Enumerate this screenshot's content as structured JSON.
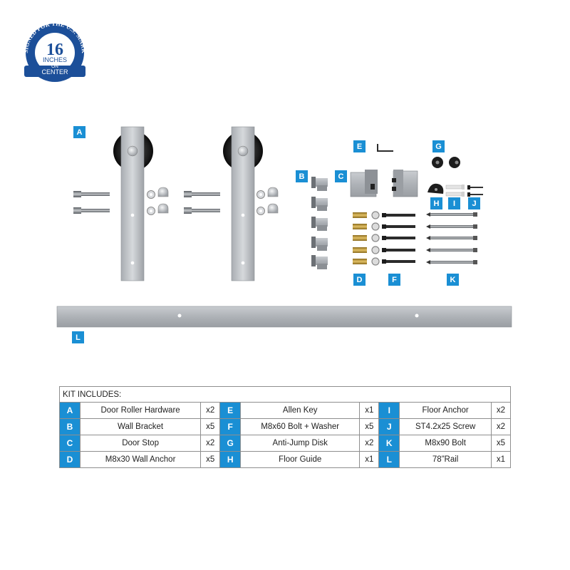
{
  "badge": {
    "arc_text": "DESIGNED FOR THE U.S. MARKET",
    "number": "16",
    "line1": "INCHES",
    "line2": "ON",
    "line3": "CENTER",
    "colors": {
      "blue": "#1c4f99",
      "white": "#ffffff"
    }
  },
  "part_tags": {
    "A": "A",
    "B": "B",
    "C": "C",
    "D": "D",
    "E": "E",
    "F": "F",
    "G": "G",
    "H": "H",
    "I": "I",
    "J": "J",
    "K": "K",
    "L": "L"
  },
  "kit": {
    "heading": "KIT INCLUDES:",
    "rows": [
      [
        {
          "letter": "A",
          "name": "Door Roller Hardware",
          "qty": "x2"
        },
        {
          "letter": "E",
          "name": "Allen Key",
          "qty": "x1"
        },
        {
          "letter": "I",
          "name": "Floor Anchor",
          "qty": "x2"
        }
      ],
      [
        {
          "letter": "B",
          "name": "Wall Bracket",
          "qty": "x5"
        },
        {
          "letter": "F",
          "name": "M8x60 Bolt + Washer",
          "qty": "x5"
        },
        {
          "letter": "J",
          "name": "ST4.2x25 Screw",
          "qty": "x2"
        }
      ],
      [
        {
          "letter": "C",
          "name": "Door Stop",
          "qty": "x2"
        },
        {
          "letter": "G",
          "name": "Anti-Jump Disk",
          "qty": "x2"
        },
        {
          "letter": "K",
          "name": "M8x90 Bolt",
          "qty": "x5"
        }
      ],
      [
        {
          "letter": "D",
          "name": "M8x30 Wall Anchor",
          "qty": "x5"
        },
        {
          "letter": "H",
          "name": "Floor Guide",
          "qty": "x1"
        },
        {
          "letter": "L",
          "name": "78”Rail",
          "qty": "x1"
        }
      ]
    ]
  },
  "colors": {
    "tag_blue": "#1a8fd4",
    "steel": "#bfc3c7",
    "black": "#1a1a1a",
    "brass": "#c9a23a"
  }
}
